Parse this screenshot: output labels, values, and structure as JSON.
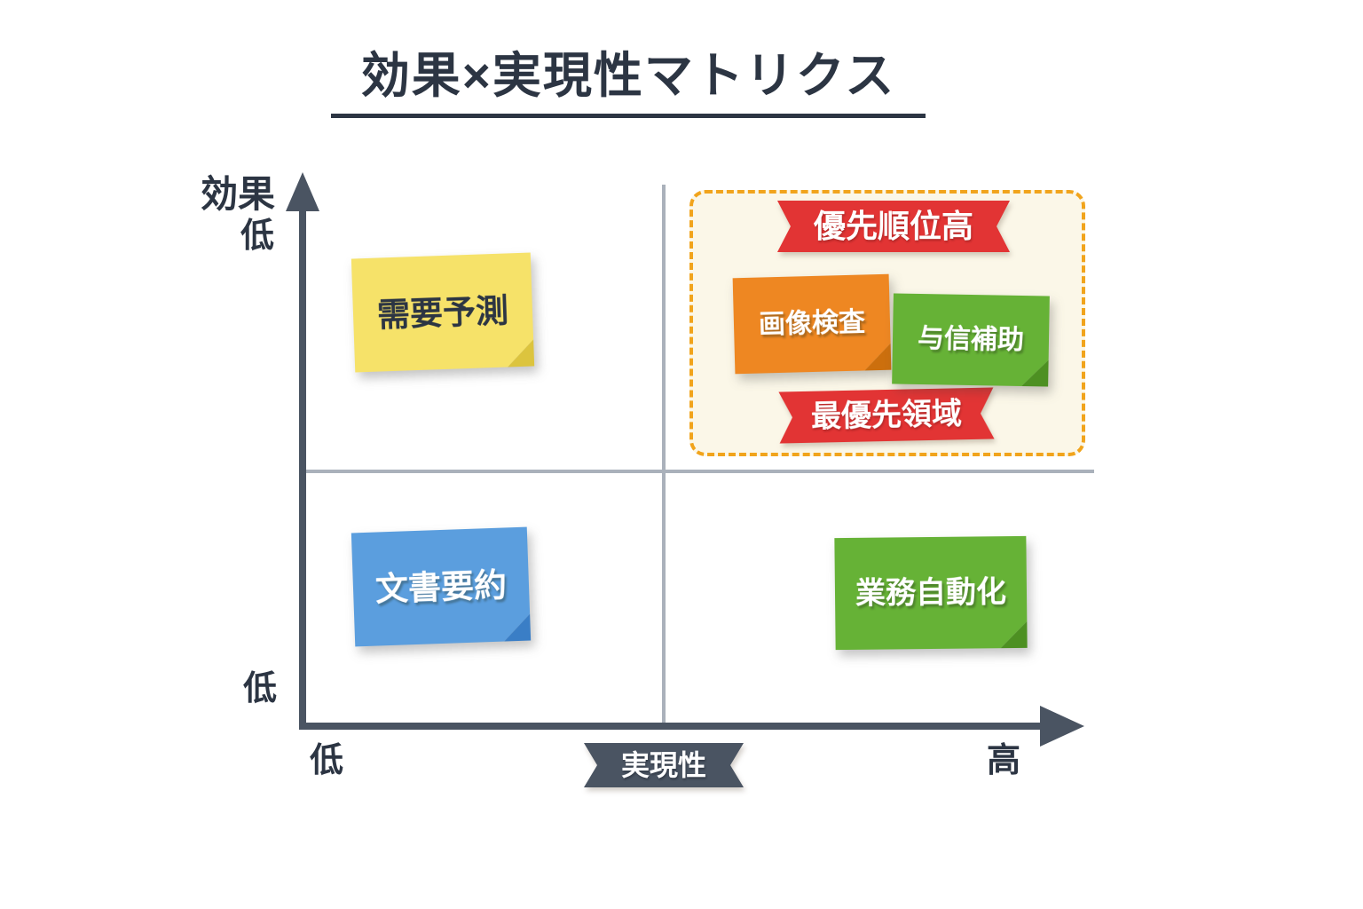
{
  "title": "効果×実現性マトリクス",
  "y_axis": {
    "label": "効果",
    "top_tick": "低",
    "bottom_tick": "低"
  },
  "x_axis": {
    "label": "実現性",
    "left_tick": "低",
    "right_tick": "高"
  },
  "priority_zone": {
    "top_ribbon": "優先順位高",
    "bottom_ribbon": "最優先領域",
    "border_color": "#f1a41c",
    "fill_color": "#fbf7e8",
    "ribbon_color": "#e23434"
  },
  "notes": {
    "demand_forecast": {
      "label": "需要予測",
      "color": "#f6e269",
      "quadrant": "effect-high-feasibility-low"
    },
    "image_inspection": {
      "label": "画像検査",
      "color": "#ee8722",
      "quadrant": "effect-high-feasibility-high"
    },
    "credit_assist": {
      "label": "与信補助",
      "color": "#66b236",
      "quadrant": "effect-high-feasibility-high"
    },
    "doc_summary": {
      "label": "文書要約",
      "color": "#5b9ede",
      "quadrant": "effect-low-feasibility-low"
    },
    "biz_automation": {
      "label": "業務自動化",
      "color": "#66b236",
      "quadrant": "effect-low-feasibility-high"
    }
  },
  "colors": {
    "ink": "#2c3543",
    "axis": "#4a5462",
    "divider": "#aab1bb",
    "background": "#ffffff"
  }
}
